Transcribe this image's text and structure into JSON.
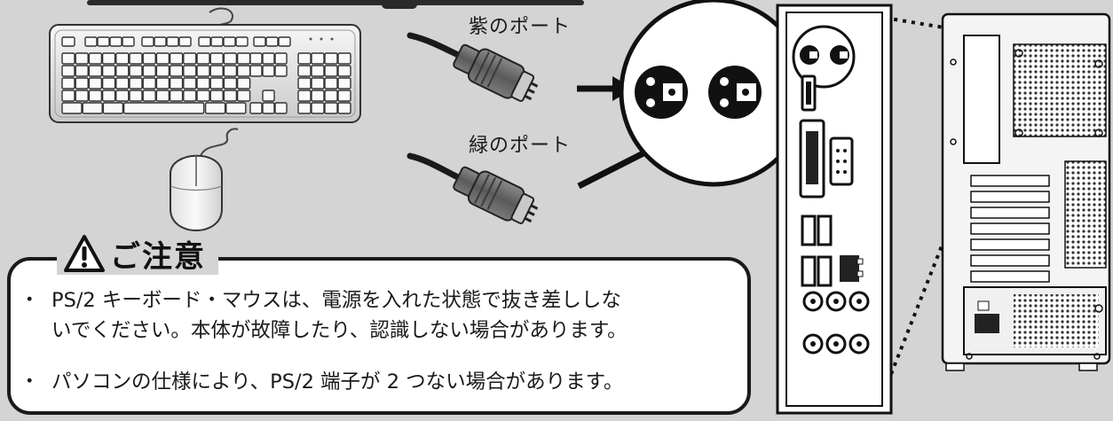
{
  "port_labels": {
    "purple": "紫のポート",
    "green": "緑のポート"
  },
  "caution": {
    "title": "ご注意",
    "icon": "warning-triangle-icon",
    "items": [
      {
        "bullet": "・",
        "line1": "PS/2 キーボード・マウスは、電源を入れた状態で抜き差ししな",
        "line2": "いでください。本体が故障したり、認識しない場合があります。"
      },
      {
        "bullet": "・",
        "line1": "パソコンの仕様により、PS/2 端子が 2 つない場合があります。"
      }
    ]
  },
  "colors": {
    "background": "#d4d4d4",
    "line": "#1a1a1a",
    "plug_body": "#6d6d6d",
    "device_body": "#f2f2f2"
  }
}
